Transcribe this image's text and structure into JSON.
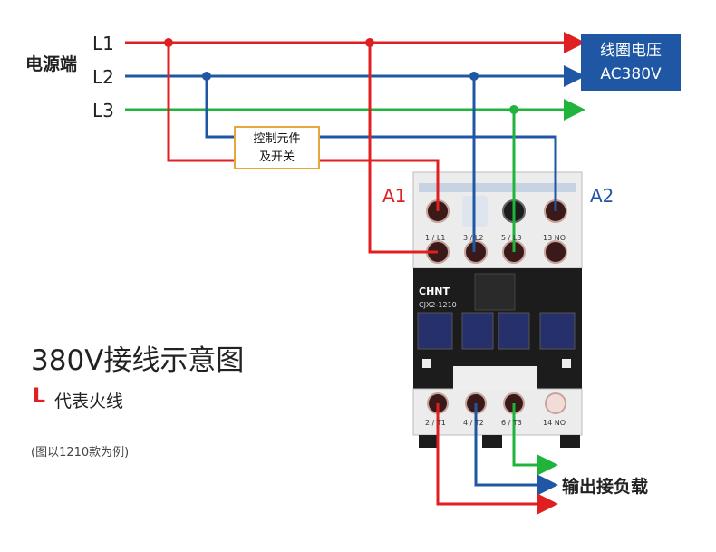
{
  "supply": {
    "label": "电源端",
    "lines": [
      "L1",
      "L2",
      "L3"
    ]
  },
  "coil_voltage": {
    "line1": "线圈电压",
    "line2": "AC380V"
  },
  "control_element": {
    "line1": "控制元件",
    "line2": "及开关"
  },
  "coil_terminals": {
    "a1": "A1",
    "a2": "A2"
  },
  "contactor": {
    "brand": "CHNT",
    "model": "CJX2-1210",
    "top_terminals": [
      "1 / L1",
      "3 / L2",
      "5 / L3",
      "13 NO"
    ],
    "bottom_terminals": [
      "2 / T1",
      "4 / T2",
      "6 / T3",
      "14 NO"
    ]
  },
  "diagram_title": "380V接线示意图",
  "legend": {
    "symbol": "L",
    "text": "代表火线"
  },
  "note": "(图以1210款为例)",
  "output_label": "输出接负载",
  "colors": {
    "l1": "#e02020",
    "l2": "#1f57a4",
    "l3": "#21b43c",
    "coil_box": "#1f57a4",
    "control_border": "#e8a73a"
  }
}
